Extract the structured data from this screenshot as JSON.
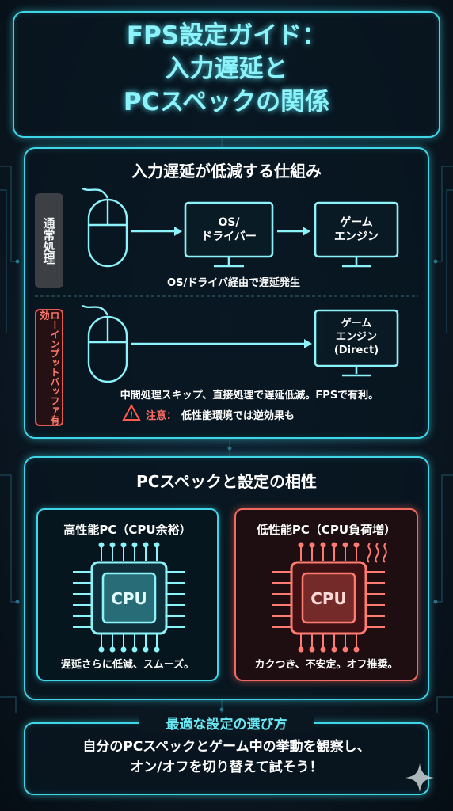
{
  "title": {
    "line1": "FPS設定ガイド：",
    "line2": "入力遅延と",
    "line3": "PCスペックの関係"
  },
  "mechanism": {
    "heading": "入力遅延が低減する仕組み",
    "normal": {
      "tag": "通常処理",
      "step_os_line1": "OS/",
      "step_os_line2": "ドライバー",
      "step_engine_line1": "ゲーム",
      "step_engine_line2": "エンジン",
      "caption": "OS/ドライバ経由で遅延発生"
    },
    "low_input": {
      "tag": "ローインプットバッファ有効",
      "step_engine_line1": "ゲーム",
      "step_engine_line2": "エンジン",
      "step_engine_line3": "(Direct)",
      "caption": "中間処理スキップ、直接処理で遅延低減。FPSで有利。",
      "warning_lead": "注意：",
      "warning_body": "低性能環境では逆効果も"
    }
  },
  "specs": {
    "heading": "PCスペックと設定の相性",
    "high": {
      "title": "高性能PC（CPU余裕）",
      "chip": "CPU",
      "caption": "遅延さらに低減、スムーズ。"
    },
    "low": {
      "title": "低性能PC（CPU負荷増）",
      "chip": "CPU",
      "caption": "カクつき、不安定。オフ推奨。"
    }
  },
  "tip": {
    "heading": "最適な設定の選び方",
    "line1": "自分のPCスペックとゲーム中の挙動を観察し、",
    "line2": "オン/オフを切り替えて試そう！"
  },
  "colors": {
    "accent": "#3fd7e8",
    "warning": "#f06a60",
    "background": "#0a1620"
  },
  "icons": [
    "mouse-icon",
    "monitor-icon",
    "arrow-right-icon",
    "warning-icon",
    "cpu-chip-icon",
    "heat-waves-icon",
    "sparkle-icon"
  ]
}
